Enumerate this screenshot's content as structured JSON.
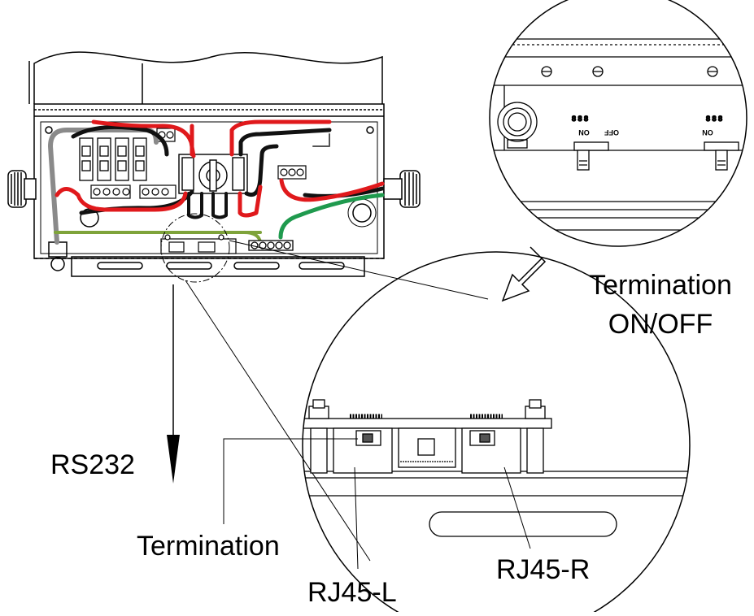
{
  "labels": {
    "termination_onoff_line1": "Termination",
    "termination_onoff_line2": "ON/OFF",
    "rs232": "RS232",
    "termination": "Termination",
    "rj45_l": "RJ45-L",
    "rj45_r": "RJ45-R"
  },
  "switch_marks": {
    "on_left": "ON",
    "off": "OFF",
    "on_right": "ON"
  },
  "colors": {
    "red_wire": "#e0191c",
    "black_wire": "#111111",
    "gray_wire": "#8a8a8a",
    "green_wire": "#1f9a4e",
    "earth_bar": "#7ea33a",
    "line": "#000000"
  }
}
